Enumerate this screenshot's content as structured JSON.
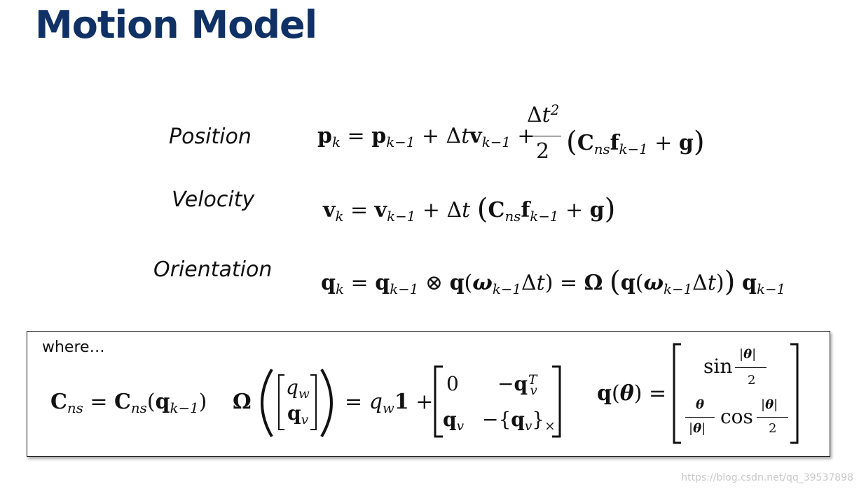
{
  "title": "Motion Model",
  "labels": {
    "position": "Position",
    "velocity": "Velocity",
    "orientation": "Orientation"
  },
  "where_label": "where…",
  "watermark": "https://blog.csdn.net/qq_39537898"
}
